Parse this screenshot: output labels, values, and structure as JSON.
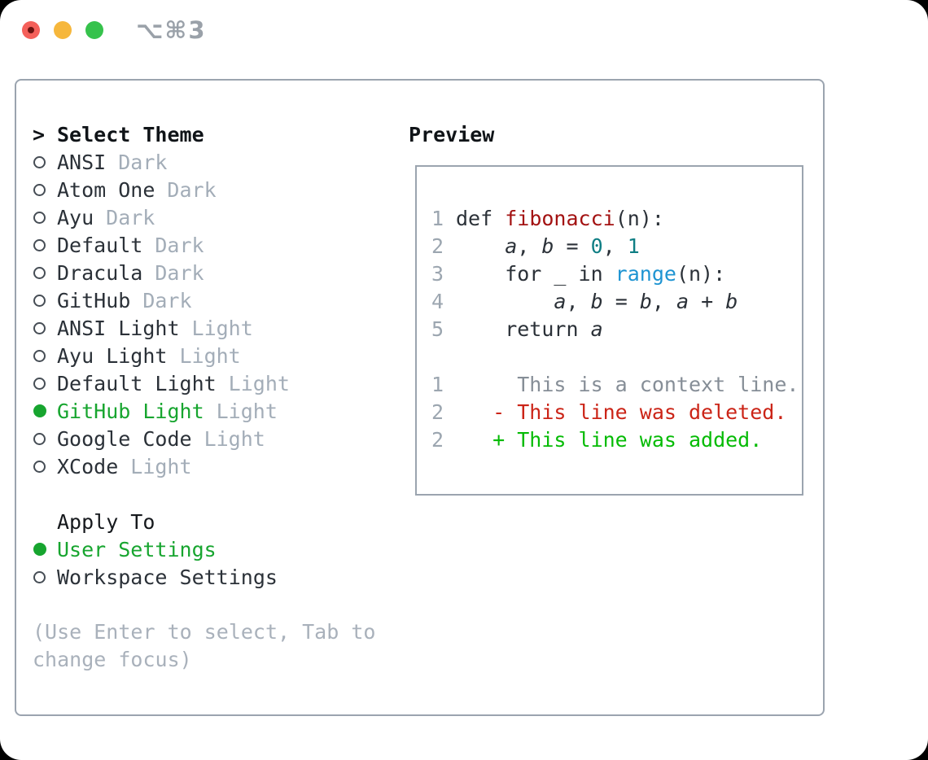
{
  "window": {
    "title": "⌥⌘3"
  },
  "theme_list": {
    "header_marker": ">",
    "header": "Select Theme",
    "items": [
      {
        "name": "ANSI",
        "variant": "Dark",
        "selected": false
      },
      {
        "name": "Atom One",
        "variant": "Dark",
        "selected": false
      },
      {
        "name": "Ayu",
        "variant": "Dark",
        "selected": false
      },
      {
        "name": "Default",
        "variant": "Dark",
        "selected": false
      },
      {
        "name": "Dracula",
        "variant": "Dark",
        "selected": false
      },
      {
        "name": "GitHub",
        "variant": "Dark",
        "selected": false
      },
      {
        "name": "ANSI Light",
        "variant": "Light",
        "selected": false
      },
      {
        "name": "Ayu Light",
        "variant": "Light",
        "selected": false
      },
      {
        "name": "Default Light",
        "variant": "Light",
        "selected": false
      },
      {
        "name": "GitHub Light",
        "variant": "Light",
        "selected": true
      },
      {
        "name": "Google Code",
        "variant": "Light",
        "selected": false
      },
      {
        "name": "XCode",
        "variant": "Light",
        "selected": false
      }
    ]
  },
  "apply_to": {
    "header": "Apply To",
    "options": [
      {
        "label": "User Settings",
        "selected": true
      },
      {
        "label": "Workspace Settings",
        "selected": false
      }
    ]
  },
  "help_text": "(Use Enter to select, Tab to change focus)",
  "preview": {
    "header": "Preview",
    "code_lines": [
      {
        "num": "1",
        "tokens": [
          {
            "t": "def ",
            "c": "plain"
          },
          {
            "t": "fibonacci",
            "c": "func"
          },
          {
            "t": "(n):",
            "c": "plain"
          }
        ]
      },
      {
        "num": "2",
        "tokens": [
          {
            "t": "    ",
            "c": "plain"
          },
          {
            "t": "a",
            "c": "var"
          },
          {
            "t": ", ",
            "c": "plain"
          },
          {
            "t": "b",
            "c": "var"
          },
          {
            "t": " = ",
            "c": "plain"
          },
          {
            "t": "0",
            "c": "num"
          },
          {
            "t": ", ",
            "c": "plain"
          },
          {
            "t": "1",
            "c": "num"
          }
        ]
      },
      {
        "num": "3",
        "tokens": [
          {
            "t": "    for _ in ",
            "c": "plain"
          },
          {
            "t": "range",
            "c": "builtin"
          },
          {
            "t": "(n):",
            "c": "plain"
          }
        ]
      },
      {
        "num": "4",
        "tokens": [
          {
            "t": "        ",
            "c": "plain"
          },
          {
            "t": "a",
            "c": "var"
          },
          {
            "t": ", ",
            "c": "plain"
          },
          {
            "t": "b",
            "c": "var"
          },
          {
            "t": " = ",
            "c": "plain"
          },
          {
            "t": "b",
            "c": "var"
          },
          {
            "t": ", ",
            "c": "plain"
          },
          {
            "t": "a",
            "c": "var"
          },
          {
            "t": " + ",
            "c": "plain"
          },
          {
            "t": "b",
            "c": "var"
          }
        ]
      },
      {
        "num": "5",
        "tokens": [
          {
            "t": "    return ",
            "c": "plain"
          },
          {
            "t": "a",
            "c": "var"
          }
        ]
      }
    ],
    "diff_lines": [
      {
        "num": "1",
        "marker": " ",
        "text": "This is a context line.",
        "kind": "context"
      },
      {
        "num": "2",
        "marker": "-",
        "text": "This line was deleted.",
        "kind": "deleted"
      },
      {
        "num": "2",
        "marker": "+",
        "text": "This line was added.",
        "kind": "added"
      }
    ]
  },
  "colors": {
    "selection_green": "#17a52f",
    "added_green": "#05bb05",
    "deleted_red": "#cb2417",
    "function_red": "#a31212",
    "number_teal": "#0f7e84",
    "builtin_blue": "#1e94d2",
    "text_dark": "#2b3138",
    "muted_gray": "#a3adb8",
    "line_number_gray": "#9ca6b0",
    "context_gray": "#868e97",
    "border_gray": "#9ba4af",
    "traffic_red": "#f4605a",
    "traffic_yellow": "#f6b73c",
    "traffic_green": "#36c24c"
  }
}
